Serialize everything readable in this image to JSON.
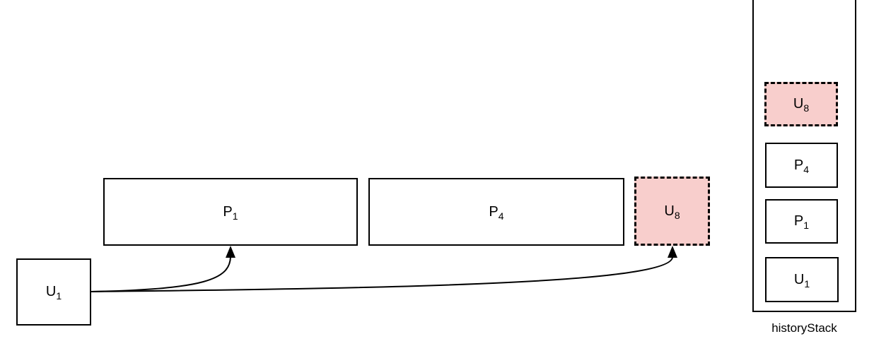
{
  "colors": {
    "stroke": "#000000",
    "box_fill": "#ffffff",
    "highlight_fill": "#f8cecc"
  },
  "timeline": {
    "blocks": [
      {
        "letter": "P",
        "sub": "1",
        "style": "solid"
      },
      {
        "letter": "P",
        "sub": "4",
        "style": "solid"
      },
      {
        "letter": "U",
        "sub": "8",
        "style": "dashed-highlight"
      }
    ]
  },
  "source": {
    "letter": "U",
    "sub": "1"
  },
  "history_stack": {
    "label": "historyStack",
    "items_top_to_bottom": [
      {
        "letter": "U",
        "sub": "8",
        "style": "dashed-highlight"
      },
      {
        "letter": "P",
        "sub": "4",
        "style": "solid"
      },
      {
        "letter": "P",
        "sub": "1",
        "style": "solid"
      },
      {
        "letter": "U",
        "sub": "1",
        "style": "solid"
      }
    ]
  },
  "arrows": [
    {
      "from": "U1",
      "to": "P1"
    },
    {
      "from": "U1",
      "to": "U8"
    }
  ]
}
